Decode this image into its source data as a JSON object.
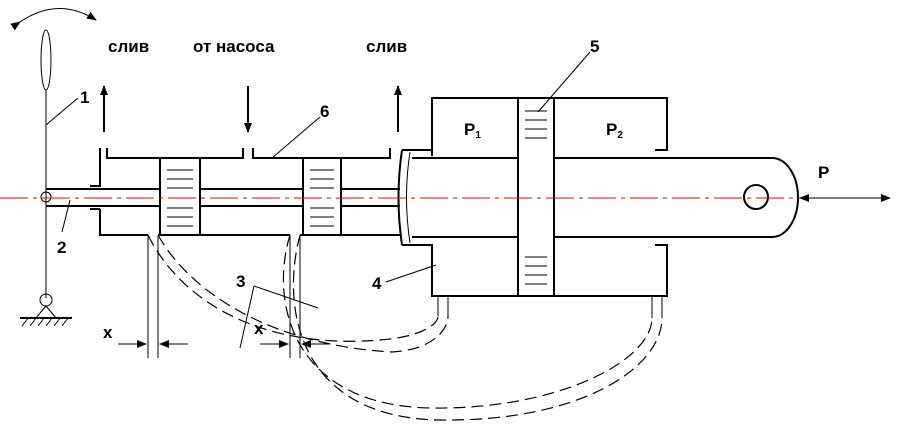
{
  "labels": {
    "drain_left": "слив",
    "from_pump": "от насоса",
    "drain_right": "слив",
    "force": "P",
    "p1": "P",
    "p1_sub": "1",
    "p2": "P",
    "p2_sub": "2",
    "x_left": "x",
    "x_right": "x"
  },
  "callouts": {
    "n1": "1",
    "n2": "2",
    "n3": "3",
    "n4": "4",
    "n5": "5",
    "n6": "6"
  },
  "colors": {
    "line": "#000000",
    "axis": "#d01010",
    "background": "#ffffff"
  }
}
